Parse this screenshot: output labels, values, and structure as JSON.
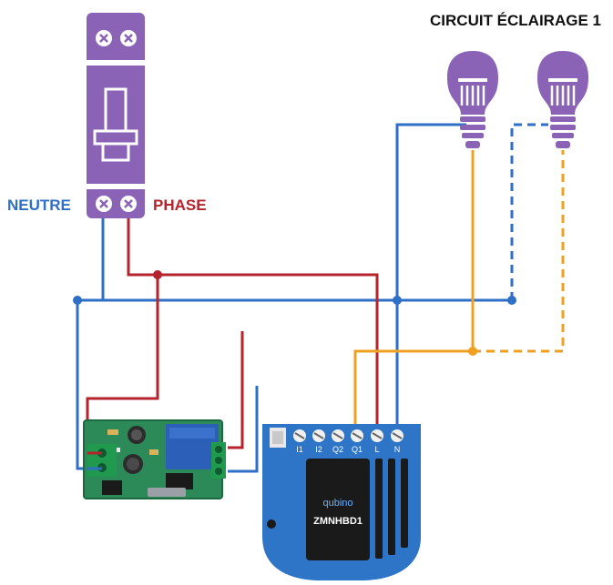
{
  "title": "CIRCUIT ÉCLAIRAGE 1",
  "labels": {
    "neutral": "NEUTRE",
    "phase": "PHASE"
  },
  "module": {
    "brand": "qubino",
    "model": "ZMNHBD1",
    "terminals": [
      "I1",
      "I2",
      "Q2",
      "Q1",
      "L",
      "N"
    ]
  },
  "colors": {
    "neutral_wire": "#2f6fc6",
    "phase_wire": "#b5232c",
    "switched_wire": "#f0a020",
    "breaker": "#8a63b6",
    "bulb": "#8a63b6",
    "module_body": "#2e75c8",
    "receiver_board": "#2b8a57"
  }
}
